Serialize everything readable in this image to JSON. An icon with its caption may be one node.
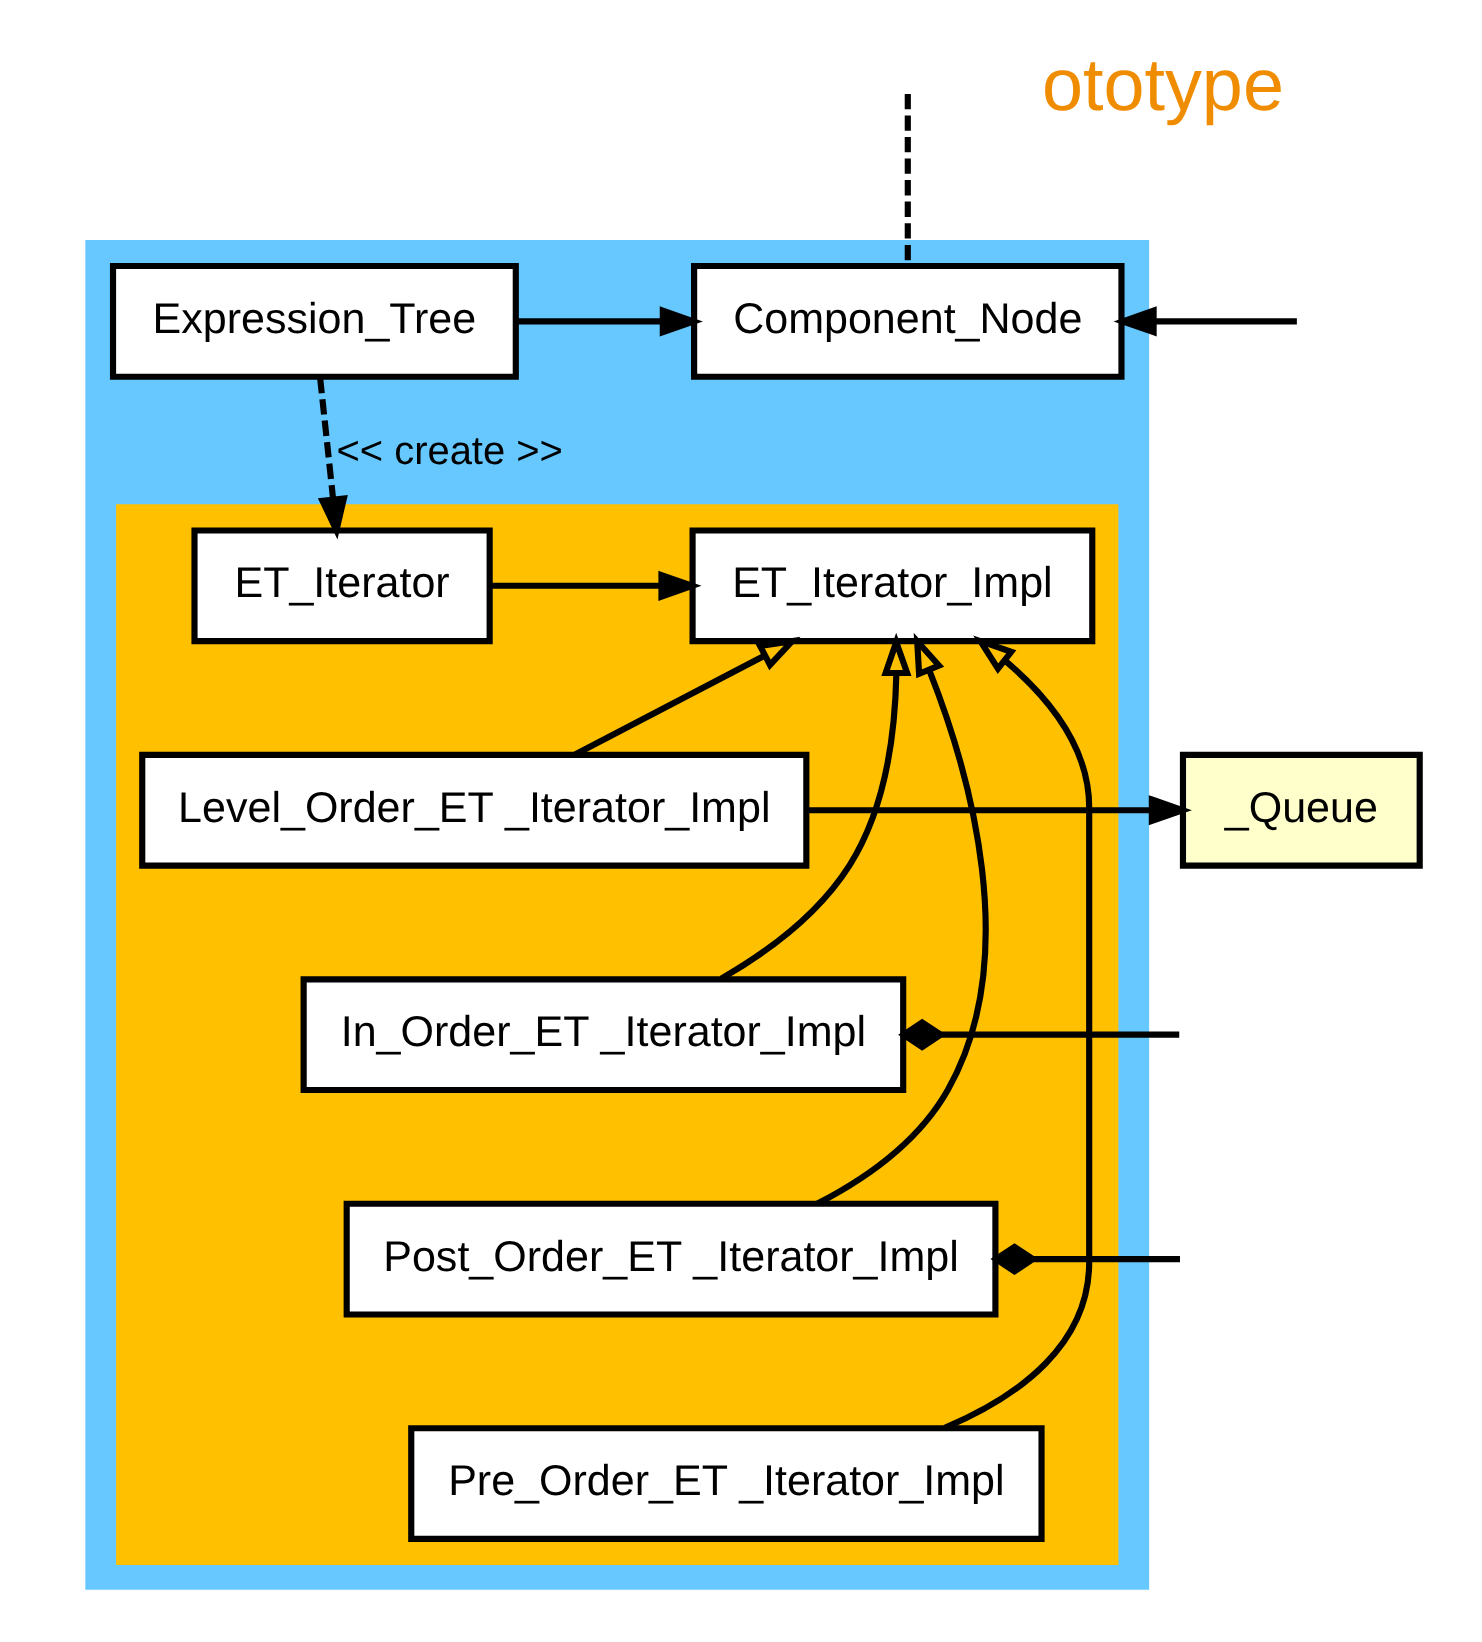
{
  "diagram": {
    "nodes": [
      {
        "text": [],
        "shape": "box"
      },
      {
        "text": [],
        "shape": "box",
        "in": 0
      },
      {
        "text": [
          "Expression_Tree"
        ],
        "in": 0
      },
      {
        "text": [
          "Component_Node"
        ],
        "in": 0
      },
      {
        "text": [
          "ET_Iterator"
        ],
        "in": 1
      },
      {
        "text": [
          "ET_Iterator_Impl"
        ],
        "in": 1
      },
      {
        "text": [
          "Level_Order_ET _Iterator_Impl"
        ],
        "in": 1
      },
      {
        "text": [
          "In_Order_ET _Iterator_Impl"
        ],
        "in": 1
      },
      {
        "text": [
          "Post_Order_ET _Iterator_Impl"
        ],
        "in": 1
      },
      {
        "text": [
          "Pre_Order_ET _Iterator_Impl"
        ],
        "in": 1
      },
      {
        "text": [
          "_Queue"
        ]
      }
    ],
    "edges": [
      {
        "from": null,
        "to": 3,
        "arrow": "none",
        "style": "dashed"
      },
      {
        "from": 2,
        "to": 3,
        "arrow": "to"
      },
      {
        "from": null,
        "to": 3,
        "arrow": "to"
      },
      {
        "from": 2,
        "to": 4,
        "arrow": "to",
        "style": "dashed",
        "label": "<< create >>"
      },
      {
        "from": 4,
        "to": 5,
        "arrow": "to"
      },
      {
        "from": 6,
        "to": 5,
        "arrow": "to"
      },
      {
        "from": 7,
        "to": 5,
        "arrow": "to"
      },
      {
        "from": 8,
        "to": 5,
        "arrow": "to"
      },
      {
        "from": 9,
        "to": 5,
        "arrow": "to"
      },
      {
        "from": 6,
        "to": 10,
        "arrow": "to"
      },
      {
        "from": 7,
        "to": null,
        "arrow": "other"
      },
      {
        "from": 8,
        "to": null,
        "arrow": "other"
      }
    ],
    "labels": [
      "ototype"
    ]
  }
}
